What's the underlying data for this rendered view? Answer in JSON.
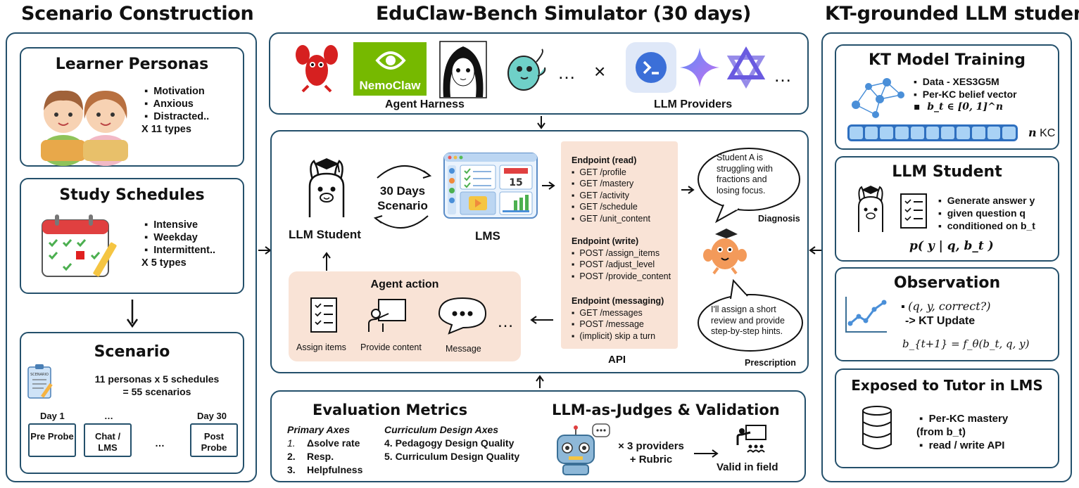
{
  "headers": {
    "left": "Scenario Construction",
    "center": "EduClaw-Bench Simulator (30 days)",
    "right": "KT-grounded LLM student"
  },
  "personas": {
    "title": "Learner Personas",
    "items": [
      "Motivation",
      "Anxious",
      "Distracted.."
    ],
    "count": "X 11 types"
  },
  "schedules": {
    "title": "Study Schedules",
    "items": [
      "Intensive",
      "Weekday",
      "Intermittent.."
    ],
    "count": "X 5 types"
  },
  "scenario": {
    "title": "Scenario",
    "line1": "11 personas x 5 schedules",
    "line2": "= 55 scenarios",
    "doc_label": "SCENARIO",
    "days": [
      "Day 1",
      "…",
      "Day 30"
    ],
    "ellipsis": "…",
    "boxes": [
      "Pre Probe",
      "Chat / LMS",
      "Post Probe"
    ]
  },
  "harness": {
    "nemoclaw": "NemoClaw",
    "dots": "…",
    "times": "×",
    "dots2": "…",
    "agent_label": "Agent Harness",
    "llm_label": "LLM Providers"
  },
  "sim": {
    "llm_student": "LLM Student",
    "days_line1": "30 Days",
    "days_line2": "Scenario",
    "lms": "LMS",
    "calendar_day": "15",
    "api": "API",
    "agent_action": "Agent action",
    "actions": [
      "Assign items",
      "Provide content",
      "Message"
    ],
    "action_dots": "…",
    "diagnosis": "Diagnosis",
    "prescription": "Prescription",
    "bubble1": "Student A is struggling with fractions and losing focus.",
    "bubble2": "I'll assign a short review and provide step-by-step hints."
  },
  "endpoints": [
    {
      "title": "Endpoint (read)",
      "items": [
        "GET /profile",
        "GET /mastery",
        "GET /activity",
        "GET /schedule",
        "GET /unit_content"
      ]
    },
    {
      "title": "Endpoint (write)",
      "items": [
        "POST /assign_items",
        "POST /adjust_level",
        "POST /provide_content"
      ]
    },
    {
      "title": "Endpoint (messaging)",
      "items": [
        "GET /messages",
        "POST /message",
        "(implicit) skip a turn"
      ]
    }
  ],
  "eval": {
    "title": "Evaluation Metrics",
    "primary_title": "Primary Axes",
    "primary": [
      {
        "num": "1.",
        "text": "Δsolve rate"
      },
      {
        "num": "2.",
        "text": "Resp."
      },
      {
        "num": "3.",
        "text": "Helpfulness"
      }
    ],
    "curr_title": "Curriculum Design Axes",
    "curr": [
      "4. Pedagogy Design Quality",
      "5. Curriculum Design Quality"
    ]
  },
  "judges": {
    "title": "LLM-as-Judges & Validation",
    "line1": "× 3 providers",
    "line2": "+ Rubric",
    "valid": "Valid in field"
  },
  "kt_training": {
    "title": "KT Model Training",
    "items": [
      "Data - XES3G5M",
      "Per-KC belief vector",
      "b_t ∈ [0, 1]^n"
    ],
    "kc_n": "n",
    "kc_label": "KC"
  },
  "llm_student": {
    "title": "LLM Student",
    "items": [
      "Generate answer y",
      "given question q",
      "conditioned on b_t"
    ],
    "formula": "p( y | q, b_t )"
  },
  "observation": {
    "title": "Observation",
    "item": "(q, y, correct?)",
    "update": "-> KT Update",
    "formula": "b_{t+1} = f_θ(b_t, q, y)"
  },
  "exposed": {
    "title": "Exposed to Tutor in LMS",
    "item1a": "Per-KC mastery",
    "item1b": "(from b_t)",
    "item2": "read / write API"
  },
  "colors": {
    "border": "#24506b",
    "peach": "#f9e3d6",
    "blue": "#4a8fd8",
    "nvidia": "#76b900"
  }
}
